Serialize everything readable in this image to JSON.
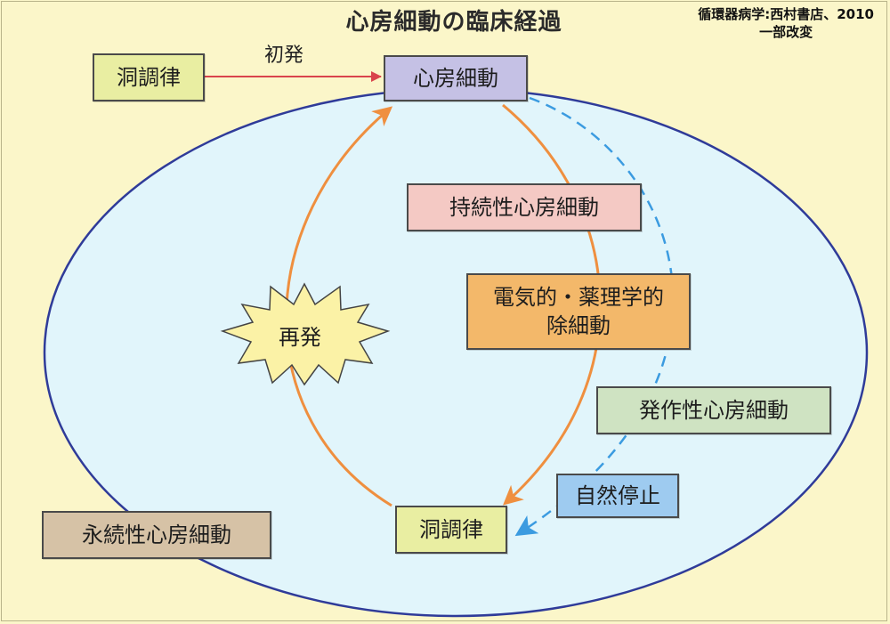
{
  "title": "心房細動の臨床経過",
  "source": {
    "line1": "循環器病学:西村書店、2010",
    "line2": "一部改変"
  },
  "labels": {
    "onset": "初発",
    "recurrence": "再発"
  },
  "boxes": {
    "sinus_top": "洞調律",
    "af_top": "心房細動",
    "persistent_af": "持続性心房細動",
    "cardioversion_line1": "電気的・薬理学的",
    "cardioversion_line2": "除細動",
    "paroxysmal_af": "発作性心房細動",
    "spontaneous_stop": "自然停止",
    "sinus_bottom": "洞調律",
    "permanent_af": "永続性心房細動"
  },
  "colors": {
    "background": "#fbf6c9",
    "ellipse_fill": "#e1f5fb",
    "ellipse_stroke": "#2f3b99",
    "sinus_box": "#e9eea2",
    "af_box": "#c5c1e5",
    "persistent_box": "#f4c9c4",
    "cardioversion_box": "#f3b86a",
    "paroxysmal_box": "#cfe3c2",
    "spontaneous_box": "#9ecbf0",
    "permanent_box": "#d6c2a6",
    "orange_arrow": "#ef8f3f",
    "red_arrow": "#d9444c",
    "blue_dashed": "#3b9be0",
    "star_fill": "#fbf2a6"
  }
}
